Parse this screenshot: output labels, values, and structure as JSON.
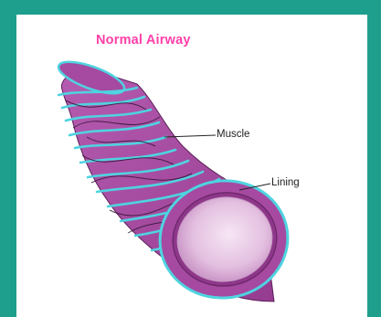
{
  "title": "Normal Airway",
  "labels": {
    "muscle": "Muscle",
    "lining": "Lining"
  },
  "colors": {
    "frame": "#1e9e8c",
    "panel": "#ffffff",
    "title": "#ff3fa8",
    "tube": "#a54aa0",
    "tube_dark": "#8a3585",
    "muscle_band": "#4fd3e0",
    "lumen_light": "#f6e6f4",
    "lumen_mid": "#dcaedb"
  }
}
